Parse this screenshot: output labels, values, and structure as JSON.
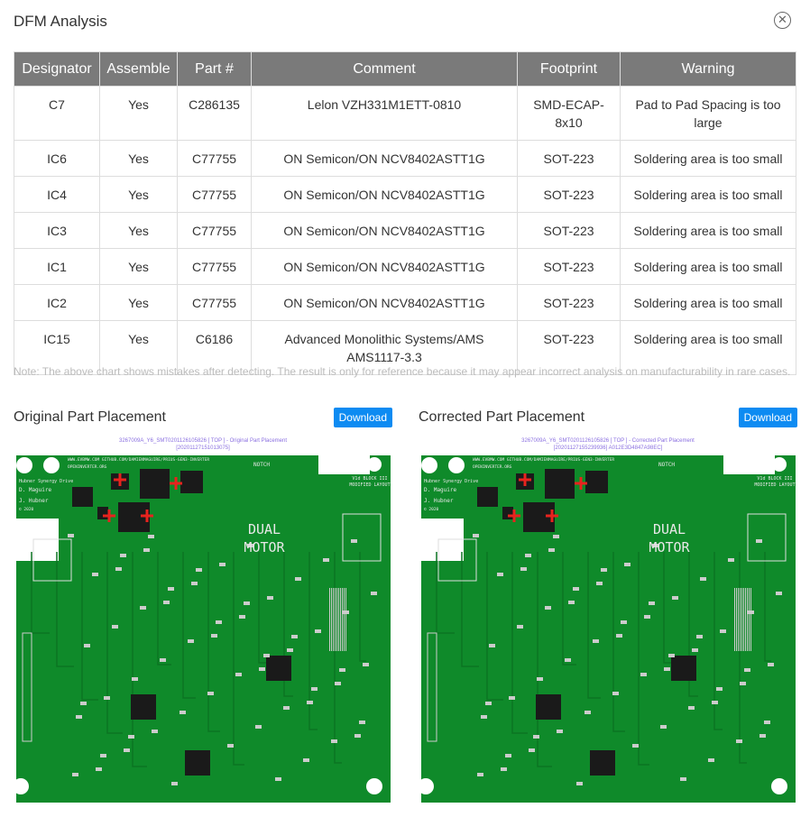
{
  "dialog": {
    "title": "DFM Analysis",
    "close_icon": "close-circle-icon"
  },
  "table": {
    "headers": [
      "Designator",
      "Assemble",
      "Part #",
      "Comment",
      "Footprint",
      "Warning"
    ],
    "rows": [
      [
        "C7",
        "Yes",
        "C286135",
        "Lelon VZH331M1ETT-0810",
        "SMD-ECAP-8x10",
        "Pad to Pad Spacing is too large"
      ],
      [
        "IC6",
        "Yes",
        "C77755",
        "ON Semicon/ON NCV8402ASTT1G",
        "SOT-223",
        "Soldering area is too small"
      ],
      [
        "IC4",
        "Yes",
        "C77755",
        "ON Semicon/ON NCV8402ASTT1G",
        "SOT-223",
        "Soldering area is too small"
      ],
      [
        "IC3",
        "Yes",
        "C77755",
        "ON Semicon/ON NCV8402ASTT1G",
        "SOT-223",
        "Soldering area is too small"
      ],
      [
        "IC1",
        "Yes",
        "C77755",
        "ON Semicon/ON NCV8402ASTT1G",
        "SOT-223",
        "Soldering area is too small"
      ],
      [
        "IC2",
        "Yes",
        "C77755",
        "ON Semicon/ON NCV8402ASTT1G",
        "SOT-223",
        "Soldering area is too small"
      ],
      [
        "IC15",
        "Yes",
        "C6186",
        "Advanced Monolithic Systems/AMS AMS1117-3.3",
        "SOT-223",
        "Soldering area is too small"
      ]
    ]
  },
  "note": "Note: The above chart shows mistakes after detecting. The result is only for reference because it may appear incorrect analysis on manufacturability in rare cases.",
  "original": {
    "title": "Original Part Placement",
    "download": "Download",
    "caption1": "3267009A_Y6_SMT0201126105826 [ TOP ] - Original Part Placement",
    "caption2": "[20201127151013075]"
  },
  "corrected": {
    "title": "Corrected Part Placement",
    "download": "Download",
    "caption1": "3267009A_Y6_SMT0201126105826 [ TOP ] - Corrected Part Placement",
    "caption2": "[20201127155239936]  A012E3D4847A98EC]"
  },
  "pcb": {
    "line1": "WWW.EVBMW.COM   GITHUB.COM/DAMIENMAGUIRE/PRIUS-GEN3-INVERTER",
    "line2": "OPENINVERTER.ORG",
    "l3": "Hubner Synergy Drive",
    "l4": "D. Maguire",
    "l5": "J. Hubner",
    "l6": "© 2020",
    "notch": "NOTCH",
    "block": "V1d   BLOCK III",
    "mod": "MODIFIED LAYOUT",
    "dual": "DUAL",
    "motor": "MOTOR",
    "colors": {
      "board": "#0f8a2a",
      "dark": "#1a1a1a",
      "marker": "#e8231e"
    }
  }
}
